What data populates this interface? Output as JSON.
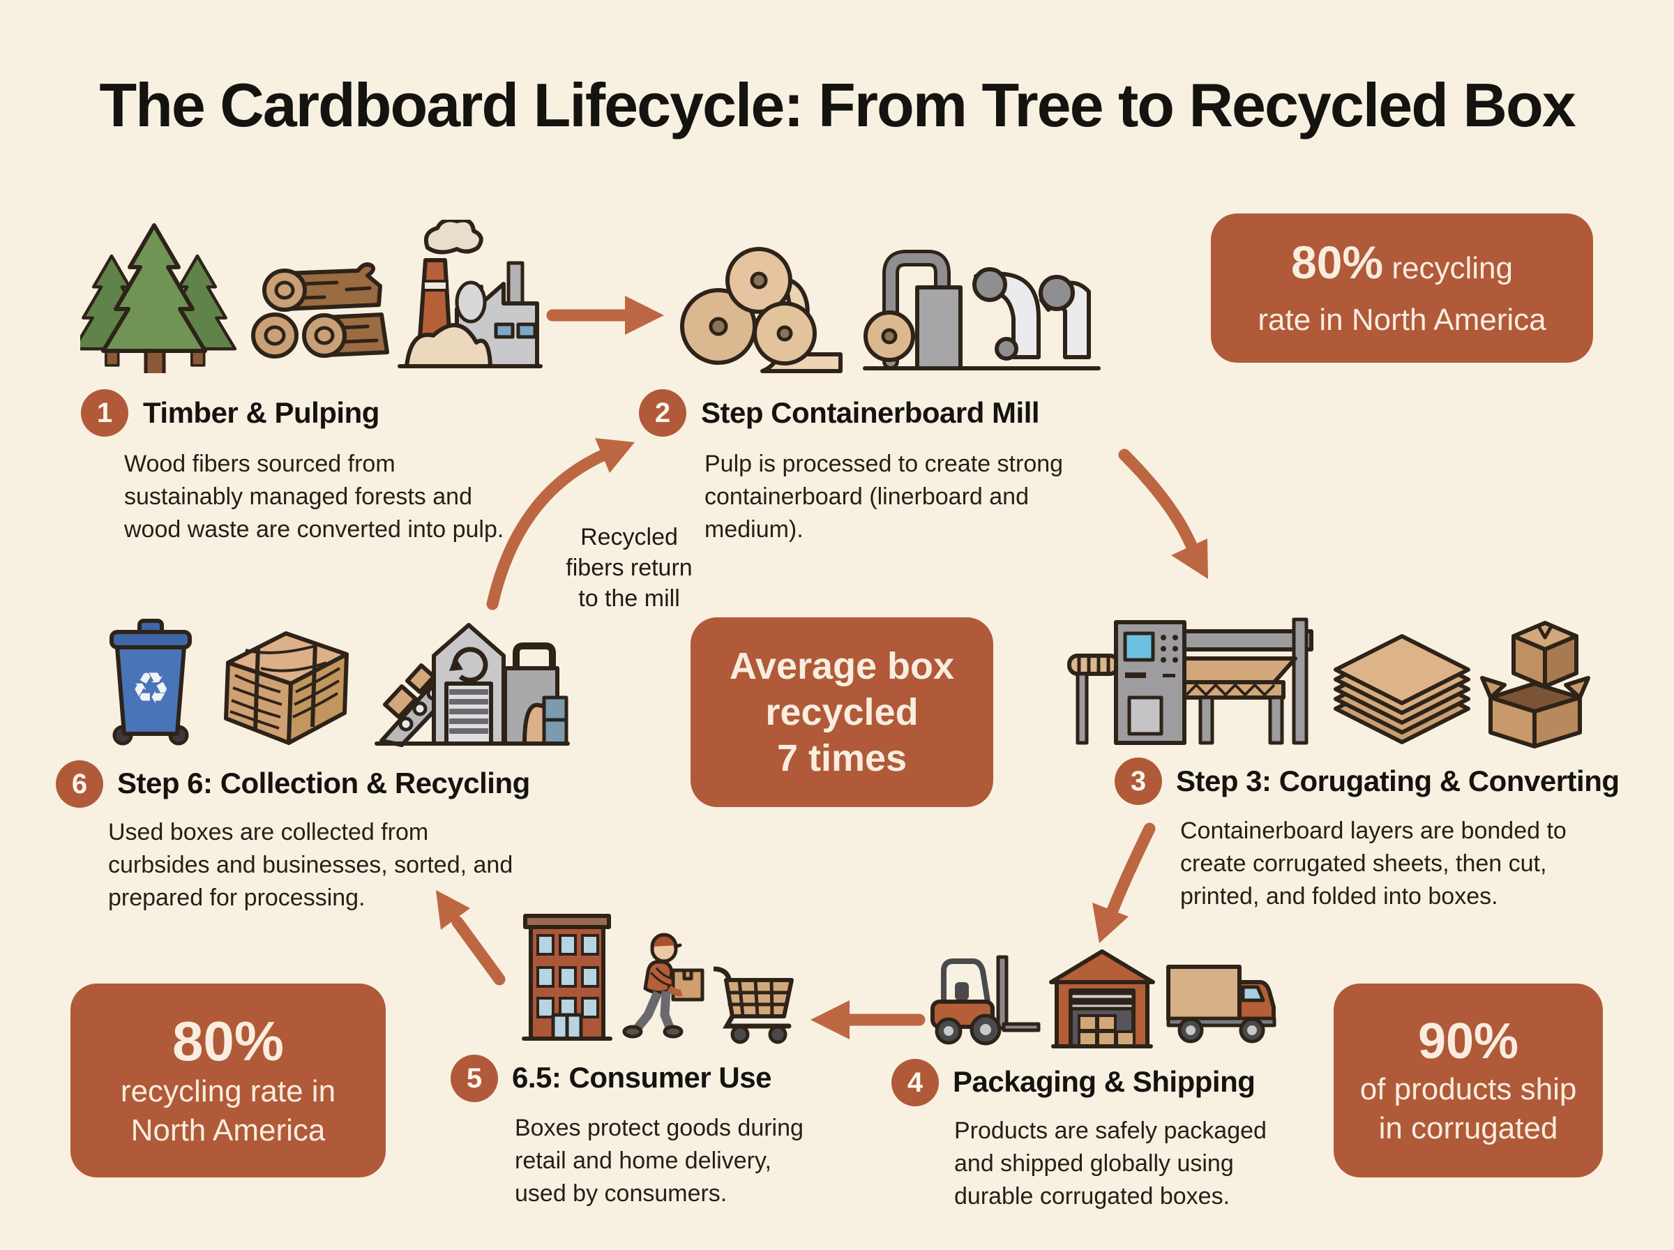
{
  "title": "The Cardboard Lifecycle: From Tree to Recycled Box",
  "colors": {
    "background": "#f8f1e2",
    "accent_rust": "#b05a39",
    "arrow_rust": "#bc6742",
    "heading_text": "#15130f",
    "badge_text": "#f9ede0",
    "cardboard_tan": "#d2a87b",
    "bin_blue": "#4a74b8",
    "tree_green": "#6f9455"
  },
  "steps": [
    {
      "number": "1",
      "title": "Timber & Pulping",
      "description": "Wood fibers sourced from\nsustainably managed forests and\nwood waste are converted into pulp.",
      "icons": [
        "pine-trees-icon",
        "log-stack-icon",
        "pulping-mill-icon"
      ]
    },
    {
      "number": "2",
      "title": "Step Containerboard Mill",
      "description": "Pulp is processed to create strong\ncontainerboard (linerboard and\nmedium).",
      "icons": [
        "paper-rolls-icon",
        "mill-machine-icon"
      ]
    },
    {
      "number": "3",
      "title": "Step 3: Corugating & Converting",
      "description": "Containerboard layers are bonded to\ncreate corrugated sheets, then cut,\nprinted, and folded into boxes.",
      "icons": [
        "corrugator-machine-icon",
        "sheet-stack-icon",
        "boxes-icon"
      ]
    },
    {
      "number": "4",
      "title": "Packaging & Shipping",
      "description": "Products are safely packaged\nand shipped globally using\ndurable corrugated boxes.",
      "icons": [
        "forklift-icon",
        "warehouse-icon",
        "truck-icon"
      ]
    },
    {
      "number": "5",
      "title": "6.5: Consumer Use",
      "description": "Boxes protect goods during\nretail and home delivery,\nused by consumers.",
      "icons": [
        "apartment-building-icon",
        "delivery-person-icon",
        "shopping-cart-icon"
      ]
    },
    {
      "number": "6",
      "title": "Step 6: Collection & Recycling",
      "description": "Used boxes are collected from\ncurbsides and businesses, sorted, and\nprepared for processing.",
      "icons": [
        "recycle-bin-icon",
        "cardboard-bale-icon",
        "recycling-facility-icon"
      ]
    }
  ],
  "annotation": {
    "recycle_loop": "Recycled\nfibers return\nto the mill"
  },
  "badges": {
    "top_right": {
      "stat": "80%",
      "stat_suffix": " recycling",
      "line2": "rate in North America"
    },
    "center": {
      "text": "Average box\nrecycled\n7 times"
    },
    "bottom_left": {
      "stat": "80%",
      "text": "recycling rate in\nNorth America"
    },
    "bottom_right": {
      "stat": "90%",
      "text": "of products ship\nin corrugated"
    }
  }
}
